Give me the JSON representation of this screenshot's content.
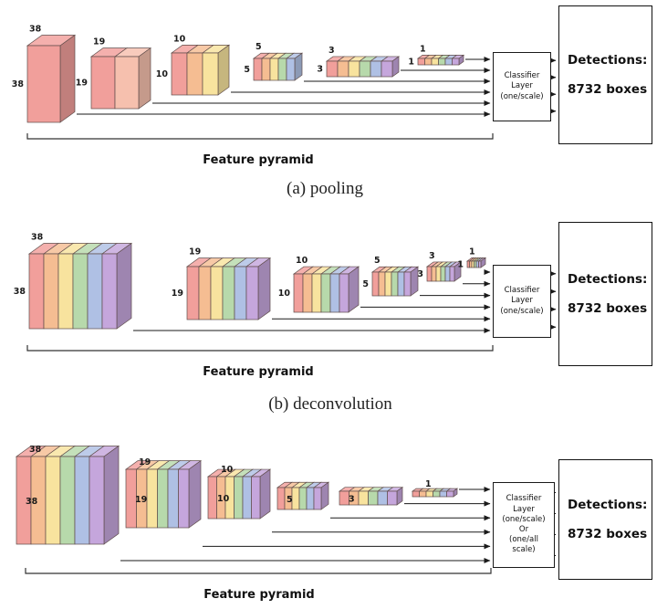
{
  "colors": {
    "salmon": "#f19f9b",
    "salmon_light": "#f6c0ae",
    "orange": "#f5bd92",
    "yellow": "#f8e39e",
    "green": "#b7d9ab",
    "blue": "#afc0e4",
    "purple": "#c5a6dc",
    "stroke": "#5f4c4a",
    "arrow": "#1a1a1a",
    "bracket": "#333333"
  },
  "panels": [
    {
      "caption": "(a) pooling",
      "pyramid_label": "Feature pyramid",
      "classifier_text": "Classifier\nLayer\n(one/scale)",
      "detections_title": "Detections:",
      "detections_count": "8732 boxes",
      "boxes": [
        {
          "top_label": "38",
          "side_label": "38",
          "slices": [
            "salmon"
          ]
        },
        {
          "top_label": "19",
          "side_label": "19",
          "slices": [
            "salmon",
            "salmon_light"
          ]
        },
        {
          "top_label": "10",
          "side_label": "10",
          "slices": [
            "salmon",
            "orange",
            "yellow"
          ]
        },
        {
          "top_label": "5",
          "side_label": "5",
          "slices": [
            "salmon",
            "orange",
            "yellow",
            "green",
            "blue"
          ]
        },
        {
          "top_label": "3",
          "side_label": "3",
          "slices": [
            "salmon",
            "orange",
            "yellow",
            "green",
            "blue",
            "purple"
          ]
        },
        {
          "top_label": "1",
          "side_label": "1",
          "slices": [
            "salmon",
            "orange",
            "yellow",
            "green",
            "blue",
            "purple"
          ]
        }
      ]
    },
    {
      "caption": "(b) deconvolution",
      "pyramid_label": "Feature pyramid",
      "classifier_text": "Classifier\nLayer\n(one/scale)",
      "detections_title": "Detections:",
      "detections_count": "8732 boxes",
      "boxes": [
        {
          "top_label": "38",
          "side_label": "38",
          "slices": [
            "salmon",
            "orange",
            "yellow",
            "green",
            "blue",
            "purple"
          ]
        },
        {
          "top_label": "19",
          "side_label": "19",
          "slices": [
            "salmon",
            "orange",
            "yellow",
            "green",
            "blue",
            "purple"
          ]
        },
        {
          "top_label": "10",
          "side_label": "10",
          "slices": [
            "salmon",
            "orange",
            "yellow",
            "green",
            "blue",
            "purple"
          ]
        },
        {
          "top_label": "5",
          "side_label": "5",
          "slices": [
            "salmon",
            "orange",
            "yellow",
            "green",
            "blue",
            "purple"
          ]
        },
        {
          "top_label": "3",
          "side_label": "3",
          "slices": [
            "salmon",
            "orange",
            "yellow",
            "green",
            "blue",
            "purple"
          ]
        },
        {
          "top_label": "1",
          "side_label": "1",
          "slices": [
            "salmon",
            "orange",
            "yellow",
            "green",
            "blue",
            "purple"
          ]
        }
      ]
    },
    {
      "pyramid_label": "Feature pyramid",
      "classifier_text": "Classifier\nLayer\n(one/scale)\nOr\n(one/all\nscale)",
      "detections_title": "Detections:",
      "detections_count": "8732 boxes",
      "boxes": [
        {
          "top_label": "38",
          "side_label": "38",
          "slices": [
            "salmon",
            "orange",
            "yellow",
            "green",
            "blue",
            "purple"
          ]
        },
        {
          "top_label": "19",
          "side_label": "19",
          "slices": [
            "salmon",
            "orange",
            "yellow",
            "green",
            "blue",
            "purple"
          ]
        },
        {
          "top_label": "10",
          "side_label": "10",
          "slices": [
            "salmon",
            "orange",
            "yellow",
            "green",
            "blue",
            "purple"
          ]
        },
        {
          "side_label": "5",
          "slices": [
            "salmon",
            "orange",
            "yellow",
            "green",
            "blue",
            "purple"
          ]
        },
        {
          "side_label": "3",
          "slices": [
            "salmon",
            "orange",
            "yellow",
            "green",
            "blue",
            "purple"
          ]
        },
        {
          "top_label": "1",
          "slices": [
            "salmon",
            "orange",
            "yellow",
            "green",
            "blue",
            "purple"
          ]
        }
      ]
    }
  ]
}
